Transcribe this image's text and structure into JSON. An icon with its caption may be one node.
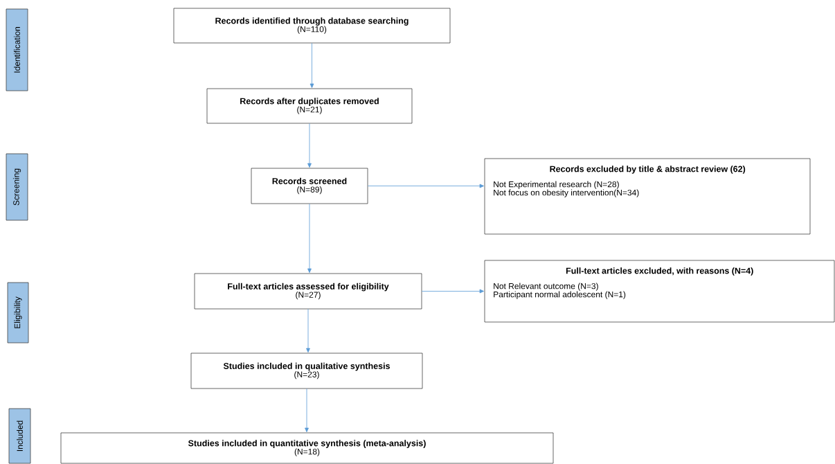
{
  "diagram": {
    "nodes": [
      {
        "text": [
          "Identification"
        ]
      },
      {
        "text": [
          "Screening"
        ]
      },
      {
        "text": [
          "Eligibility"
        ]
      },
      {
        "text": [
          "Included"
        ]
      },
      {
        "text": [
          "Records identified through database searching",
          "(N=110)"
        ]
      },
      {
        "text": [
          "Records after duplicates removed",
          "(N=21)"
        ]
      },
      {
        "text": [
          "Records screened",
          "(N=89)"
        ]
      },
      {
        "text": [
          "Records excluded by title & abstract review (62)",
          "Not Experimental research (N=28)",
          "Not focus on obesity intervention(N=34)"
        ]
      },
      {
        "text": [
          "Full-text articles assessed for eligibility",
          "(N=27)"
        ]
      },
      {
        "text": [
          "Full-text articles excluded, with reasons (N=4)",
          "Not Relevant outcome (N=3)",
          "Participant normal adolescent (N=1)"
        ]
      },
      {
        "text": [
          "Studies included in qualitative synthesis",
          "(N=23)"
        ]
      },
      {
        "text": [
          "Studies included in quantitative synthesis (meta-analysis)",
          "(N=18)"
        ]
      }
    ],
    "edges": [
      {
        "from": 4,
        "to": 5,
        "arrow": "to"
      },
      {
        "from": 5,
        "to": 6,
        "arrow": "to"
      },
      {
        "from": 6,
        "to": 7,
        "arrow": "to"
      },
      {
        "from": 6,
        "to": 8,
        "arrow": "to"
      },
      {
        "from": 8,
        "to": 9,
        "arrow": "to"
      },
      {
        "from": 8,
        "to": 10,
        "arrow": "to"
      },
      {
        "from": 10,
        "to": 11,
        "arrow": "to"
      }
    ]
  }
}
